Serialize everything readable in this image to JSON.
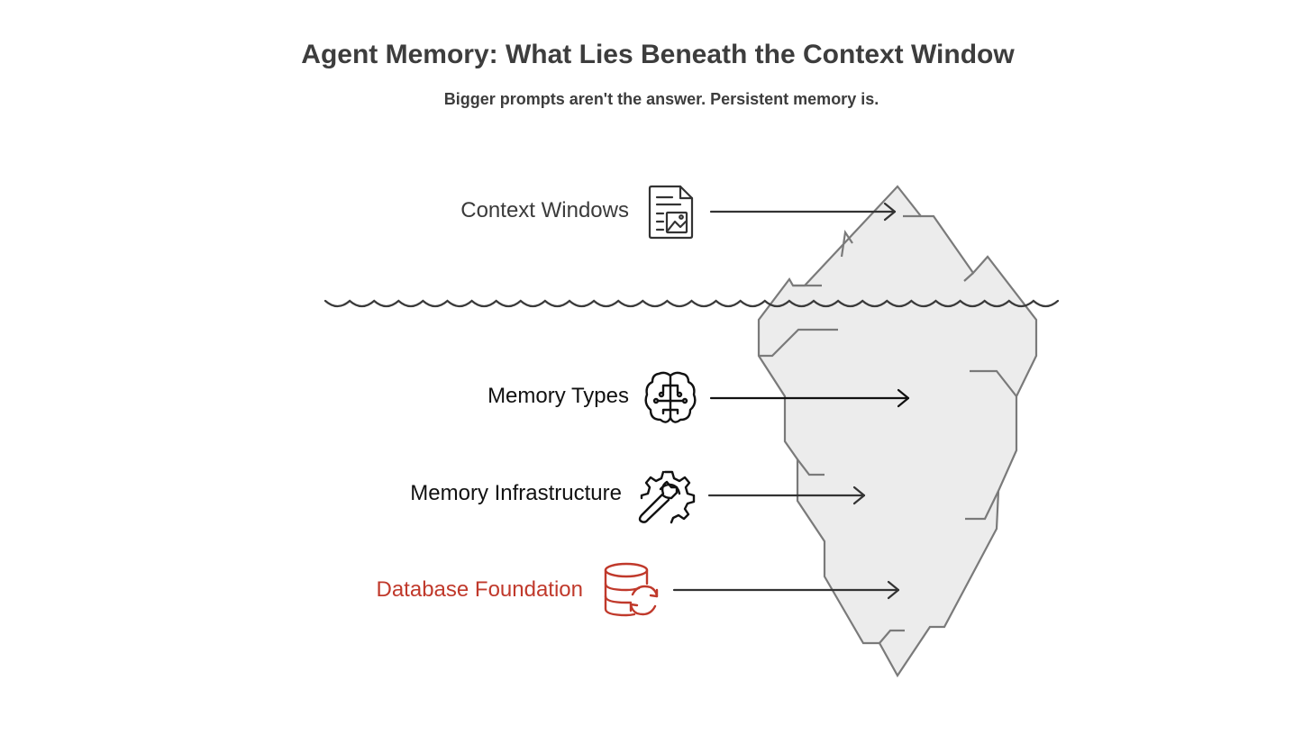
{
  "header": {
    "title": "Agent Memory: What Lies Beneath the Context Window",
    "subtitle": "Bigger prompts aren't the answer. Persistent memory is."
  },
  "layers": [
    {
      "label": "Context Windows",
      "icon": "document-image-icon",
      "position": "above-water"
    },
    {
      "label": "Memory Types",
      "icon": "brain-circuit-icon",
      "position": "below-water"
    },
    {
      "label": "Memory Infrastructure",
      "icon": "gear-wrench-icon",
      "position": "below-water"
    },
    {
      "label": "Database Foundation",
      "icon": "database-sync-icon",
      "position": "below-water",
      "highlight": true
    }
  ],
  "colors": {
    "text": "#3d3d3d",
    "highlight": "#c0392b",
    "ice_fill": "#ececec",
    "ice_stroke": "#7a7a7a",
    "water": "#3a3a3a"
  }
}
